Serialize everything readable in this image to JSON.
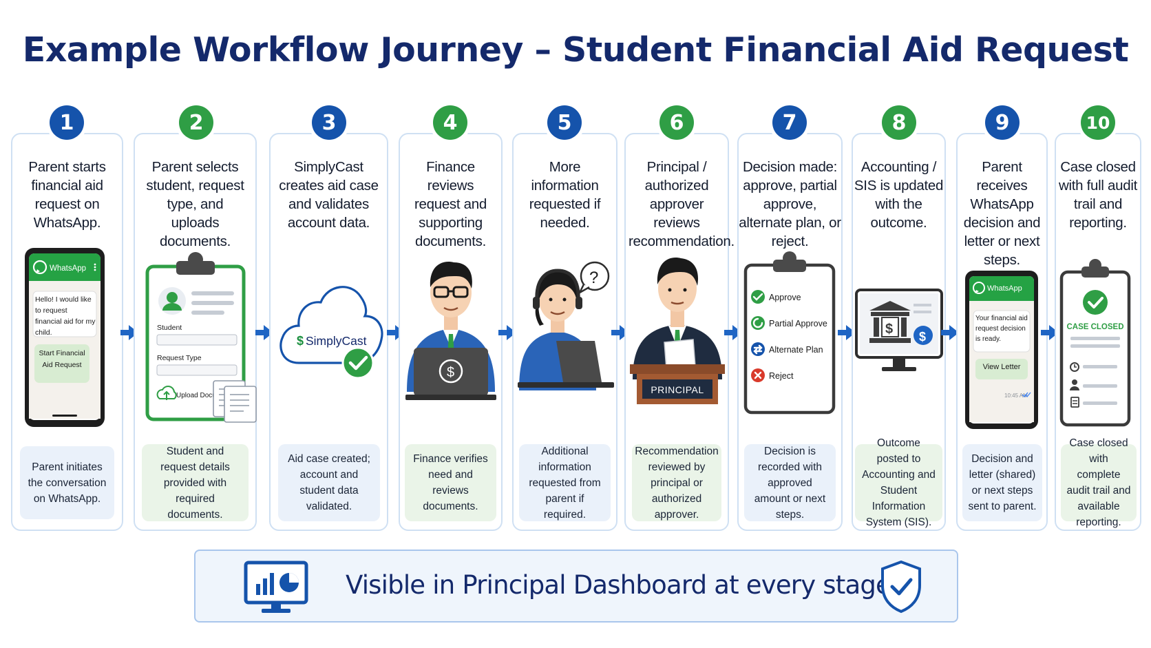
{
  "title": "Example Workflow Journey – Student Financial Aid Request",
  "steps": [
    {
      "number": "1",
      "heading": "Parent starts financial aid request on WhatsApp.",
      "description": "Parent initiates the conversation on WhatsApp."
    },
    {
      "number": "2",
      "heading": "Parent selects student, request type, and uploads documents.",
      "description": "Student and request details provided with required documents."
    },
    {
      "number": "3",
      "heading": "SimplyCast creates aid case and validates account data.",
      "description": "Aid case created; account and student data validated."
    },
    {
      "number": "4",
      "heading": "Finance reviews request and supporting documents.",
      "description": "Finance verifies need and reviews documents."
    },
    {
      "number": "5",
      "heading": "More information requested if needed.",
      "description": "Additional information requested from parent if required."
    },
    {
      "number": "6",
      "heading": "Principal / authorized approver reviews recommendation.",
      "description": "Recommendation reviewed by principal or authorized approver."
    },
    {
      "number": "7",
      "heading": "Decision made: approve, partial approve, alternate plan, or reject.",
      "description": "Decision is recorded with approved amount or next steps."
    },
    {
      "number": "8",
      "heading": "Accounting / SIS is updated with the outcome.",
      "description": "Outcome posted to Accounting and Student Information System (SIS)."
    },
    {
      "number": "9",
      "heading": "Parent receives WhatsApp decision and letter or next steps.",
      "description": "Decision and letter (shared) or next steps sent to parent."
    },
    {
      "number": "10",
      "heading": "Case closed with full audit trail and reporting.",
      "description": "Case closed with complete audit trail and available reporting."
    }
  ],
  "phone1": {
    "app": "WhatsApp",
    "message": "Hello! I would like to request financial aid for my child.",
    "button": "Start Financial Aid Request"
  },
  "form2": {
    "student_label": "Student",
    "request_type_label": "Request Type",
    "upload_label": "Upload Documents"
  },
  "cloud3": {
    "brand": "SimplyCast"
  },
  "desk6": {
    "sign": "PRINCIPAL"
  },
  "decisions7": {
    "options": [
      "Approve",
      "Partial Approve",
      "Alternate Plan",
      "Reject"
    ],
    "colors": [
      "#2f9e45",
      "#2f9e45",
      "#1553ab",
      "#d93a2b"
    ]
  },
  "phone9": {
    "app": "WhatsApp",
    "message": "Your financial aid request decision is ready.",
    "button": "View Letter",
    "time": "10:45 AM"
  },
  "clip10": {
    "status": "CASE CLOSED"
  },
  "footer": {
    "text": "Visible in Principal Dashboard at every stage"
  },
  "colors": {
    "navy": "#14296b",
    "blue": "#1553ab",
    "green": "#2f9e45",
    "whatsapp": "#25a244"
  }
}
